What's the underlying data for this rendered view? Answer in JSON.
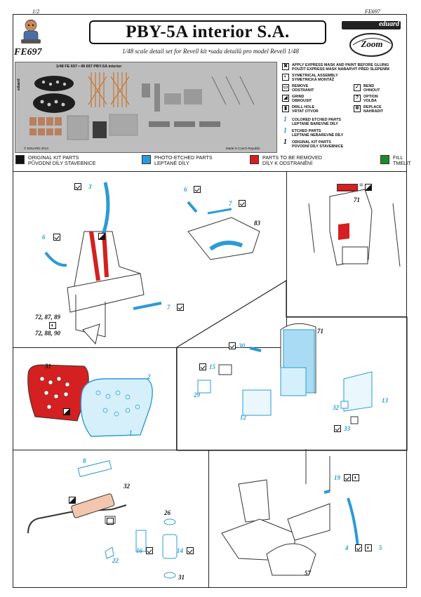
{
  "header": {
    "page_left": "1/2",
    "page_right": "FE697",
    "code": "FE697",
    "title": "PBY-5A interior S.A.",
    "subtitle": "1/48 scale detail set for Revell kit •sada detailů pro model Revell 1/48",
    "brand": "eduard",
    "brand_sub": "Zoom"
  },
  "fret": {
    "label": "1/48   FE 697 • 49 697   PBY-5A interior",
    "side_label": "eduard",
    "footer_left": "© EDUARD 2014",
    "footer_right": "Made in Czech Republic"
  },
  "legend": [
    {
      "icon": "mask-icon",
      "glyph": "✖",
      "en": "APPLY EXPRESS MASK AND PAINT BEFORE GLUING",
      "cz": "POUŽIT EXPRESS MASK NABARVIT PŘED SLEPENÍM"
    },
    {
      "icon": "symmetrical-icon",
      "glyph": "◐",
      "en": "SYMETRICAL ASSEMBLY",
      "cz": "SYMETRICKÁ MONTÁŽ"
    },
    {
      "icon": "remove-icon",
      "glyph": "▭",
      "en": "REMOVE",
      "cz": "ODSTRANIT"
    },
    {
      "icon": "grind-icon",
      "glyph": "◢",
      "en": "GRIND",
      "cz": "OBROUSIT"
    },
    {
      "icon": "drill-icon",
      "glyph": "▮",
      "en": "DRILL HOLE",
      "cz": "VRTAT OTVOR"
    },
    {
      "icon": "bend-icon",
      "glyph": "✓",
      "en": "BEND",
      "cz": "OHNOUT"
    },
    {
      "icon": "option-icon",
      "glyph": "?",
      "en": "OPTION",
      "cz": "VOLBA"
    },
    {
      "icon": "replace-icon",
      "glyph": "✲",
      "en": "REPLACE",
      "cz": "NAHRADIT"
    }
  ],
  "parts_key": [
    {
      "num": "1",
      "en": "COLORED ETCHED PARTS",
      "cz": "LEPTANÉ BAREVNÉ DÍLY"
    },
    {
      "num": "1",
      "en": "ETCHED PARTS",
      "cz": "LEPTANÉ NEBAREVNÉ DÍLY"
    },
    {
      "num": "1",
      "en": "ORIGINAL KIT PARTS",
      "cz": "PŮVODNÍ DÍLY STAVEBNICE"
    }
  ],
  "color_legend": [
    {
      "color": "#111111",
      "en": "ORIGINAL KIT PARTS",
      "cz": "PŮVODNÍ DÍLY STAVEBNICE"
    },
    {
      "color": "#2b9bd6",
      "en": "PHOTO-ETCHED PARTS",
      "cz": "LEPTANÉ DÍLY"
    },
    {
      "color": "#d42020",
      "en": "PARTS TO BE REMOVED",
      "cz": "DÍLY K ODSTRANĚNÍ"
    },
    {
      "color": "#1f8a2a",
      "en": "FILL",
      "cz": "TMELIT"
    }
  ],
  "panels": {
    "seat": {
      "parts": [
        "3",
        "6",
        "7"
      ],
      "kit_refs": [
        "72, 87, 89",
        "72, 88, 90"
      ]
    },
    "console": {
      "parts": [
        "6",
        "7"
      ],
      "kit_ref": "83"
    },
    "cockpit_rear": {
      "kit_ref": "71"
    },
    "instrument": {
      "kit_ref": "31",
      "parts": [
        "2",
        "1"
      ]
    },
    "bulkhead": {
      "kit_ref": "71",
      "parts": [
        "30",
        "15",
        "29",
        "12",
        "32",
        "33",
        "13"
      ]
    },
    "column": {
      "parts": [
        "8",
        "22",
        "16",
        "14"
      ],
      "kit_refs": [
        "32",
        "26",
        "31"
      ]
    },
    "pedals": {
      "parts": [
        "19",
        "4",
        "5"
      ],
      "kit_ref": "57"
    }
  }
}
